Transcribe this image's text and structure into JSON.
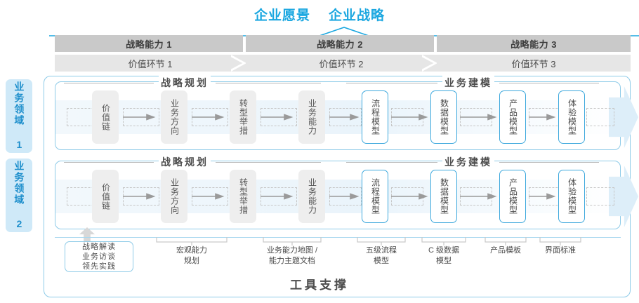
{
  "header": {
    "vision": "企业愿景",
    "strategy": "企业战略"
  },
  "capabilities": [
    {
      "label": "战略能力 1"
    },
    {
      "label": "战略能力 2"
    },
    {
      "label": "战略能力 3"
    }
  ],
  "value_links": [
    {
      "label": "价值环节 1"
    },
    {
      "label": "价值环节 2"
    },
    {
      "label": "价值环节 3"
    }
  ],
  "domains": [
    {
      "label": "业务领域 1"
    },
    {
      "label": "业务领域 2"
    }
  ],
  "sections": {
    "planning": "战略规划",
    "modeling": "业务建模"
  },
  "nodes": {
    "planning": [
      {
        "label": "价值链"
      },
      {
        "label": "业务方向"
      },
      {
        "label": "转型举措"
      },
      {
        "label": "业务能力"
      }
    ],
    "modeling": [
      {
        "label": "流程模型"
      },
      {
        "label": "数据模型"
      },
      {
        "label": "产品模型"
      },
      {
        "label": "体验模型"
      }
    ]
  },
  "tools": {
    "primary_box": [
      "战略解读",
      "业务访谈",
      "领先实践"
    ],
    "captions": [
      {
        "line1": "宏观能力",
        "line2": "规划"
      },
      {
        "line1": "业务能力地图 /",
        "line2": "能力主题文档"
      },
      {
        "line1": "五级流程",
        "line2": "模型"
      },
      {
        "line1": "C 级数据",
        "line2": "模型"
      },
      {
        "line1": "产品模板",
        "line2": ""
      },
      {
        "line1": "界面标准",
        "line2": ""
      }
    ],
    "support_title": "工具支撑"
  },
  "colors": {
    "accent_blue": "#1ba7e0",
    "border_blue": "#8ecbe8",
    "node_blue": "#3fa9dd",
    "tab_bg": "#cfe9f8",
    "cap_bar": "#c9c9c9",
    "val_bar": "#e6e6e6",
    "node_gray": "#eeeeee"
  }
}
